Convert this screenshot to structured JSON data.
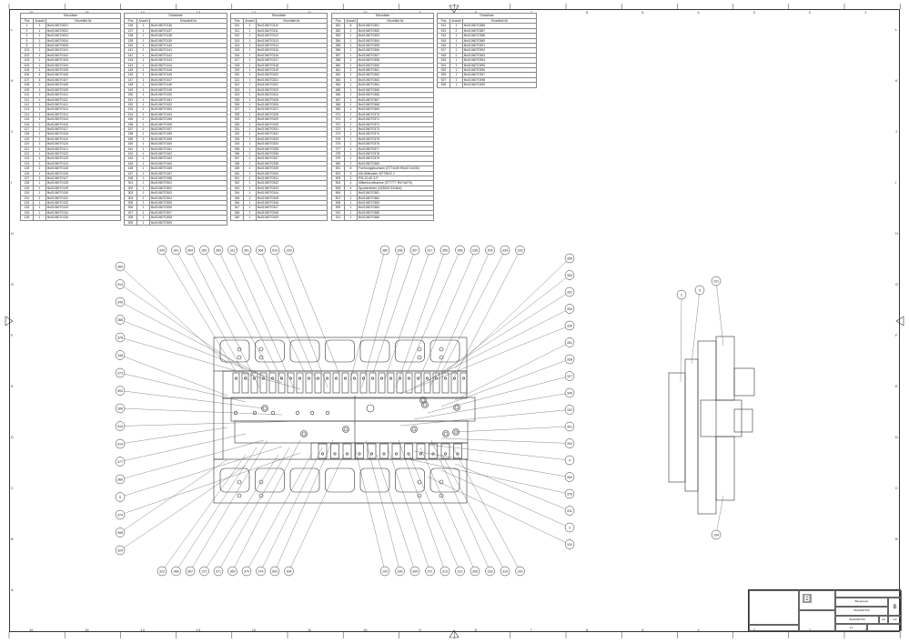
{
  "parts_list": {
    "title": "Stückliste",
    "headers": [
      "Pos",
      "Anzahl",
      "Einzelteil-Nr"
    ],
    "tables": [
      [
        [
          "1",
          "1",
          "Bs01060T0001"
        ],
        [
          "2",
          "1",
          "Bs01060T0002"
        ],
        [
          "3",
          "1",
          "Bs01060T0003"
        ],
        [
          "4",
          "1",
          "Bs01060T0004"
        ],
        [
          "5",
          "1",
          "Bs01060T0005"
        ],
        [
          "101",
          "1",
          "Bs01060T0101"
        ],
        [
          "102",
          "1",
          "Bs01060T0102"
        ],
        [
          "103",
          "1",
          "Bs01060T0103"
        ],
        [
          "104",
          "1",
          "Bs01060T0104"
        ],
        [
          "105",
          "1",
          "Bs01060T0105"
        ],
        [
          "106",
          "4",
          "Bs01060T0106"
        ],
        [
          "107",
          "4",
          "Bs01060T0107"
        ],
        [
          "108",
          "1",
          "Bs01060T0108"
        ],
        [
          "109",
          "1",
          "Bs01060T0109"
        ],
        [
          "110",
          "1",
          "Bs01060T0110"
        ],
        [
          "111",
          "1",
          "Bs01060T0111"
        ],
        [
          "112",
          "1",
          "Bs01060T0112"
        ],
        [
          "113",
          "1",
          "Bs01060T0113"
        ],
        [
          "114",
          "1",
          "Bs01060T0114"
        ],
        [
          "115",
          "1",
          "Bs01060T0115"
        ],
        [
          "116",
          "1",
          "Bs01060T0116"
        ],
        [
          "117",
          "1",
          "Bs01060T0117"
        ],
        [
          "118",
          "1",
          "Bs01060T0118"
        ],
        [
          "119",
          "1",
          "Bs01060T0119"
        ],
        [
          "120",
          "1",
          "Bs01060T0120"
        ],
        [
          "121",
          "1",
          "Bs01060T0121"
        ],
        [
          "122",
          "1",
          "Bs01060T0122"
        ],
        [
          "123",
          "1",
          "Bs01060T0123"
        ],
        [
          "124",
          "1",
          "Bs01060T0124"
        ],
        [
          "125",
          "1",
          "Bs01060T0125"
        ],
        [
          "126",
          "1",
          "Bs01060T0126"
        ],
        [
          "127",
          "1",
          "Bs01060T0127"
        ],
        [
          "128",
          "1",
          "Bs01060T0128"
        ],
        [
          "129",
          "1",
          "Bs01060T0129"
        ],
        [
          "130",
          "1",
          "Bs01060T0130"
        ],
        [
          "131",
          "1",
          "Bs01060T0131"
        ],
        [
          "132",
          "1",
          "Bs01060T0132"
        ],
        [
          "133",
          "1",
          "Bs01060T0133"
        ],
        [
          "134",
          "1",
          "Bs01060T0134"
        ],
        [
          "135",
          "1",
          "Bs01060T0135"
        ]
      ],
      [
        [
          "136",
          "1",
          "Bs01060T0136"
        ],
        [
          "137",
          "1",
          "Bs01060T0137"
        ],
        [
          "138",
          "1",
          "Bs01060T0138"
        ],
        [
          "139",
          "1",
          "Bs01060T0139"
        ],
        [
          "140",
          "1",
          "Bs01060T0140"
        ],
        [
          "141",
          "1",
          "Bs01060T0141"
        ],
        [
          "142",
          "1",
          "Bs01060T0142"
        ],
        [
          "143",
          "1",
          "Bs01060T0143"
        ],
        [
          "144",
          "1",
          "Bs01060T0144"
        ],
        [
          "145",
          "1",
          "Bs01060T0145"
        ],
        [
          "146",
          "1",
          "Bs01060T0146"
        ],
        [
          "147",
          "1",
          "Bs01060T0147"
        ],
        [
          "148",
          "1",
          "Bs01060T0148"
        ],
        [
          "149",
          "1",
          "Bs01060T0149"
        ],
        [
          "150",
          "1",
          "Bs01060T0150"
        ],
        [
          "151",
          "1",
          "Bs01060T0151"
        ],
        [
          "152",
          "1",
          "Bs01060T0152"
        ],
        [
          "153",
          "1",
          "Bs01060T0153"
        ],
        [
          "154",
          "1",
          "Bs01060T0154"
        ],
        [
          "155",
          "2",
          "Bs01060T0155"
        ],
        [
          "156",
          "1",
          "Bs01060T0156"
        ],
        [
          "157",
          "1",
          "Bs01060T0157"
        ],
        [
          "158",
          "1",
          "Bs01060T0158"
        ],
        [
          "159",
          "1",
          "Bs01060T0159"
        ],
        [
          "160",
          "1",
          "Bs01060T0160"
        ],
        [
          "161",
          "1",
          "Bs01060T0161"
        ],
        [
          "162",
          "1",
          "Bs01060T0162"
        ],
        [
          "163",
          "1",
          "Bs01060T0163"
        ],
        [
          "164",
          "1",
          "Bs01060T0164"
        ],
        [
          "165",
          "1",
          "Bs01060T0165"
        ],
        [
          "167",
          "1",
          "Bs01060T0167"
        ],
        [
          "168",
          "1",
          "Bs01060T0168"
        ],
        [
          "301",
          "1",
          "Bs01060T0301"
        ],
        [
          "302",
          "1",
          "Bs01060T0302"
        ],
        [
          "303",
          "1",
          "Bs01060T0303"
        ],
        [
          "304",
          "1",
          "Bs01060T0304"
        ],
        [
          "305",
          "1",
          "Bs01060T0305"
        ],
        [
          "306",
          "1",
          "Bs01060T0306"
        ],
        [
          "307",
          "1",
          "Bs01060T0307"
        ],
        [
          "308",
          "1",
          "Bs01060T0308"
        ],
        [
          "309",
          "1",
          "Bs01060T0309"
        ]
      ],
      [
        [
          "310",
          "1",
          "Bs01060T0310"
        ],
        [
          "311",
          "1",
          "Bs01060T0311"
        ],
        [
          "312",
          "1",
          "Bs01060T0312"
        ],
        [
          "313",
          "1",
          "Bs01060T0313"
        ],
        [
          "314",
          "1",
          "Bs01060T0314"
        ],
        [
          "315",
          "1",
          "Bs01060T0315"
        ],
        [
          "316",
          "1",
          "Bs01060T0316"
        ],
        [
          "317",
          "1",
          "Bs01060T0317"
        ],
        [
          "318",
          "1",
          "Bs01060T0318"
        ],
        [
          "319",
          "1",
          "Bs01060T0319"
        ],
        [
          "320",
          "1",
          "Bs01060T0320"
        ],
        [
          "321",
          "1",
          "Bs01060T0321"
        ],
        [
          "322",
          "1",
          "Bs01060T0322"
        ],
        [
          "323",
          "1",
          "Bs01060T0323"
        ],
        [
          "324",
          "1",
          "Bs01060T0324"
        ],
        [
          "325",
          "1",
          "Bs01060T0325"
        ],
        [
          "326",
          "1",
          "Bs01060T0326"
        ],
        [
          "327",
          "1",
          "Bs01060T0327"
        ],
        [
          "328",
          "1",
          "Bs01060T0328"
        ],
        [
          "329",
          "1",
          "Bs01060T0329"
        ],
        [
          "330",
          "1",
          "Bs01060T0330"
        ],
        [
          "331",
          "1",
          "Bs01060T0331"
        ],
        [
          "332",
          "1",
          "Bs01060T0332"
        ],
        [
          "333",
          "1",
          "Bs01060T0333"
        ],
        [
          "334",
          "1",
          "Bs01060T0334"
        ],
        [
          "335",
          "1",
          "Bs01060T0335"
        ],
        [
          "336",
          "2",
          "Bs01060T0336"
        ],
        [
          "337",
          "1",
          "Bs01060T0337"
        ],
        [
          "338",
          "1",
          "Bs01060T0338"
        ],
        [
          "339",
          "1",
          "Bs01060T0339"
        ],
        [
          "340",
          "1",
          "Bs01060T0340"
        ],
        [
          "341",
          "1",
          "Bs01060T0341"
        ],
        [
          "342",
          "1",
          "Bs01060T0342"
        ],
        [
          "343",
          "1",
          "Bs01060T0343"
        ],
        [
          "344",
          "1",
          "Bs01060T0344"
        ],
        [
          "345",
          "1",
          "Bs01060T0345"
        ],
        [
          "346",
          "1",
          "Bs01060T0346"
        ],
        [
          "347",
          "1",
          "Bs01060T0347"
        ],
        [
          "348",
          "1",
          "Bs01060T0348"
        ],
        [
          "349",
          "1",
          "Bs01060T0349"
        ]
      ],
      [
        [
          "351",
          "8",
          "Bs01060T0351"
        ],
        [
          "352",
          "1",
          "Bs01060T0352"
        ],
        [
          "353",
          "1",
          "Bs01060T0353"
        ],
        [
          "354",
          "1",
          "Bs01060T0354"
        ],
        [
          "355",
          "1",
          "Bs01060T0355"
        ],
        [
          "356",
          "1",
          "Bs01060T0356"
        ],
        [
          "357",
          "1",
          "Bs01060T0357"
        ],
        [
          "358",
          "1",
          "Bs01060T0358"
        ],
        [
          "360",
          "1",
          "Bs01060T0360"
        ],
        [
          "361",
          "2",
          "Bs01060T0361"
        ],
        [
          "362",
          "1",
          "Bs01060T0362"
        ],
        [
          "363",
          "1",
          "Bs01060T0363"
        ],
        [
          "364",
          "1",
          "Bs01060T0364"
        ],
        [
          "365",
          "1",
          "Bs01060T0365"
        ],
        [
          "366",
          "1",
          "Bs01060T0366"
        ],
        [
          "367",
          "1",
          "Bs01060T0367"
        ],
        [
          "368",
          "1",
          "Bs01060T0368"
        ],
        [
          "369",
          "1",
          "Bs01060T0369"
        ],
        [
          "370",
          "1",
          "Bs01060T0370"
        ],
        [
          "371",
          "1",
          "Bs01060T0371"
        ],
        [
          "372",
          "1",
          "Bs01060T0372"
        ],
        [
          "373",
          "1",
          "Bs01060T0373"
        ],
        [
          "374",
          "1",
          "Bs01060T0374"
        ],
        [
          "375",
          "1",
          "Bs01060T0375"
        ],
        [
          "376",
          "1",
          "Bs01060T0376"
        ],
        [
          "377",
          "1",
          "Bs01060T0377"
        ],
        [
          "378",
          "1",
          "Bs01060T0378"
        ],
        [
          "379",
          "1",
          "Bs01060T0379"
        ],
        [
          "380",
          "2",
          "Bs01060T0380"
        ],
        [
          "901",
          "8",
          "Fuehrungsbuchsen (ST74x05 9Nx02 3x030)"
        ],
        [
          "902",
          "3",
          "M6-Stiftmutter WT79622 2"
        ],
        [
          "903",
          "1",
          "PSt-20-60 3-P"
        ],
        [
          "904",
          "4",
          "Mittenbundbuchse (ST7777 9N74x070)"
        ],
        [
          "905",
          "4",
          "Spuhlenfeder (SZB020 32x8x4)"
        ],
        [
          "906",
          "1",
          "Bs01060T0381"
        ],
        [
          "907",
          "1",
          "Bs01060T0382"
        ],
        [
          "908",
          "1",
          "Bs01060T0383"
        ],
        [
          "909",
          "1",
          "Bs01060T0384"
        ],
        [
          "910",
          "1",
          "Bs01060T0385"
        ],
        [
          "911",
          "1",
          "Bs01060T0386"
        ]
      ],
      [
        [
          "912",
          "1",
          "Bs01060T0386"
        ],
        [
          "913",
          "2",
          "Bs01060T0387"
        ],
        [
          "914",
          "1",
          "Bs01060T0388"
        ],
        [
          "915",
          "1",
          "Bs01060T0389"
        ],
        [
          "916",
          "1",
          "Bs01060T0391"
        ],
        [
          "917",
          "1",
          "Bs01060T0392"
        ],
        [
          "918",
          "2",
          "Bs01060T0393"
        ],
        [
          "923",
          "1",
          "Bs01060T0394"
        ],
        [
          "924",
          "1",
          "Bs01060T0395"
        ],
        [
          "925",
          "1",
          "Bs01060T0396"
        ],
        [
          "926",
          "1",
          "Bs01060T0397"
        ],
        [
          "927",
          "1",
          "Bs01060T0398"
        ],
        [
          "928",
          "1",
          "Bs01060T0399"
        ]
      ]
    ]
  },
  "balloons": {
    "top": [
      "343",
      "341",
      "364",
      "362",
      "363",
      "911",
      "361",
      "364",
      "910",
      "339",
      "380",
      "308",
      "307",
      "317",
      "355",
      "356",
      "335",
      "305",
      "334",
      "333"
    ],
    "left": [
      "360",
      "914",
      "343",
      "366",
      "378",
      "348",
      "373",
      "903",
      "306",
      "915",
      "914",
      "377",
      "360",
      "5",
      "374",
      "908",
      "324"
    ],
    "right": [
      "354",
      "353",
      "331",
      "332",
      "330",
      "351",
      "328",
      "327",
      "349",
      "102",
      "301",
      "302",
      "4",
      "309",
      "376",
      "311",
      "3",
      "310"
    ],
    "bottom": [
      "323",
      "368",
      "367",
      "372",
      "371",
      "369",
      "370",
      "374",
      "903",
      "304",
      "103",
      "336",
      "305",
      "371",
      "313",
      "312",
      "306",
      "318",
      "319",
      "316"
    ],
    "side": [
      "2",
      "5",
      "101",
      "104"
    ]
  },
  "border": {
    "columns": [
      "16",
      "15",
      "14",
      "13",
      "12",
      "11",
      "10",
      "9",
      "8",
      "7",
      "6",
      "5",
      "4",
      "3",
      "2",
      "1"
    ],
    "rows": [
      "L",
      "K",
      "J",
      "I",
      "H",
      "G",
      "F",
      "E",
      "D",
      "C",
      "B",
      "A"
    ]
  },
  "title_block": {
    "company": "B",
    "description": "Baugruppe",
    "drawing_name": "Bs01060T00",
    "sheet": "1/2",
    "size": "A0",
    "scale": "1:1",
    "format_mark": "B"
  }
}
